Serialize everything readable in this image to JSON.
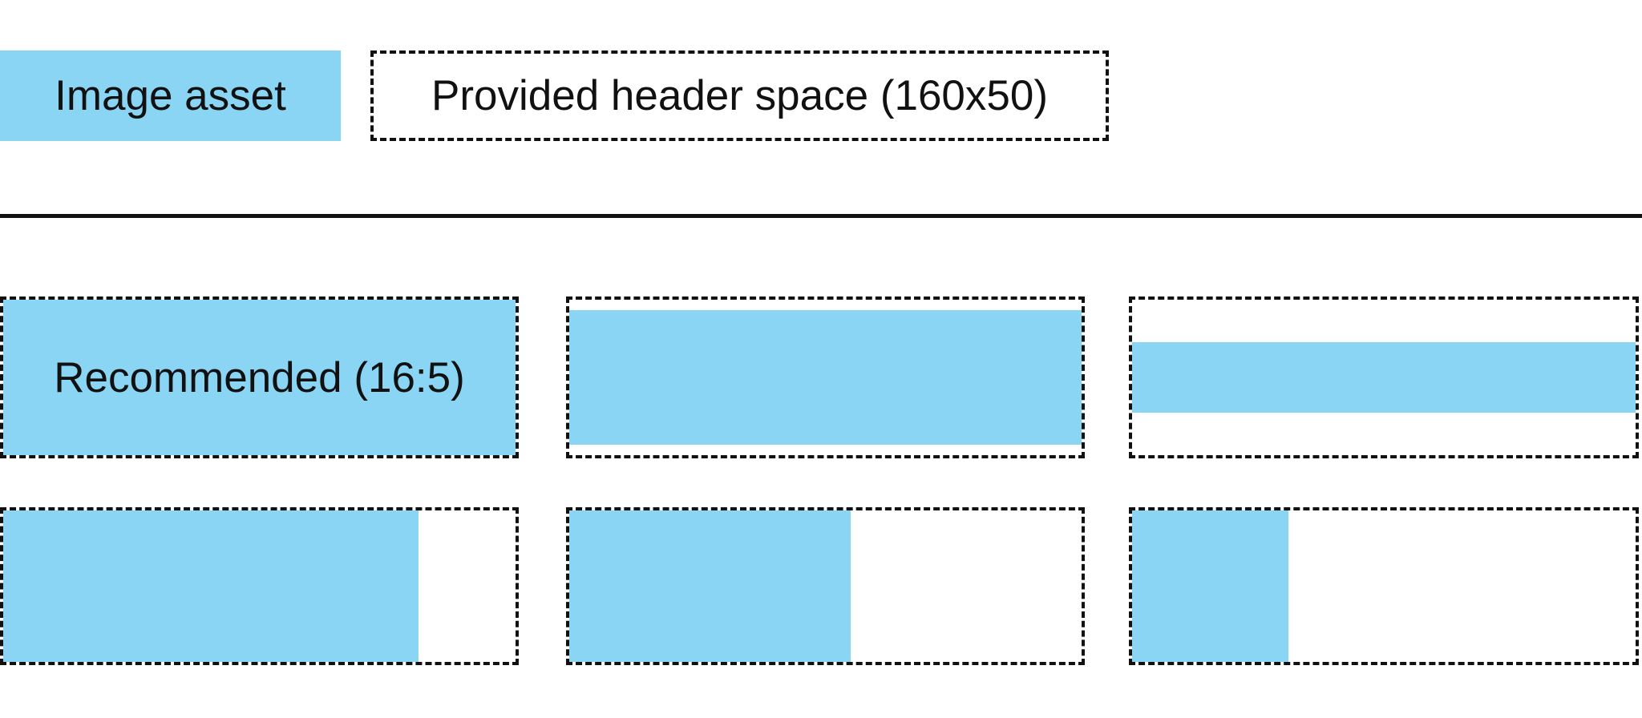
{
  "colors": {
    "asset-blue": "#8AD4F4",
    "ink": "#111111",
    "page-bg": "#FFFFFF"
  },
  "legend": {
    "asset_label": "Image asset",
    "header_space_label": "Provided header space (160x50)"
  },
  "examples": {
    "recommended_label": "Recommended (16:5)",
    "cells": [
      {
        "id": "recommended-16-5",
        "row": 1,
        "col": 1,
        "fill_width_pct": 100,
        "fill_height_pct": 100,
        "align": "center",
        "label": "Recommended (16:5)"
      },
      {
        "id": "wide-asset",
        "row": 1,
        "col": 2,
        "fill_width_pct": 100,
        "fill_height_pct": 87,
        "align": "center",
        "label": ""
      },
      {
        "id": "extra-wide-asset",
        "row": 1,
        "col": 3,
        "fill_width_pct": 100,
        "fill_height_pct": 45,
        "align": "center",
        "label": ""
      },
      {
        "id": "narrow-asset-large",
        "row": 2,
        "col": 1,
        "fill_width_pct": 81,
        "fill_height_pct": 100,
        "align": "left",
        "label": ""
      },
      {
        "id": "narrow-asset-medium",
        "row": 2,
        "col": 2,
        "fill_width_pct": 55,
        "fill_height_pct": 100,
        "align": "left",
        "label": ""
      },
      {
        "id": "narrow-asset-small",
        "row": 2,
        "col": 3,
        "fill_width_pct": 31,
        "fill_height_pct": 100,
        "align": "left",
        "label": ""
      }
    ]
  }
}
